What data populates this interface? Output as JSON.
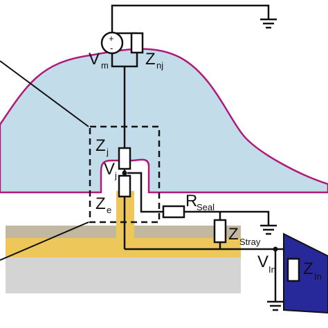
{
  "colors": {
    "cell_fill": "#c3dcea",
    "cell_outline": "#b0187a",
    "electrode_gold": "#eec75a",
    "insulator_tan": "#c2b8a0",
    "substrate_gray": "#d4d4d4",
    "amplifier_fill": "#27289a",
    "wire": "#111111"
  },
  "labels": {
    "vm": "V",
    "vm_sub": "m",
    "znj": "Z",
    "znj_sub": "nj",
    "zj": "Z",
    "zj_sub": "j",
    "vj": "V",
    "vj_sub": "j",
    "ze": "Z",
    "ze_sub": "e",
    "rseal": "R",
    "rseal_sub": "Seal",
    "zstray": "Z",
    "zstray_sub": "Stray",
    "vin": "V",
    "vin_sub": "In",
    "zin": "Z",
    "zin_sub": "In",
    "plus": "+",
    "minus": "-"
  }
}
